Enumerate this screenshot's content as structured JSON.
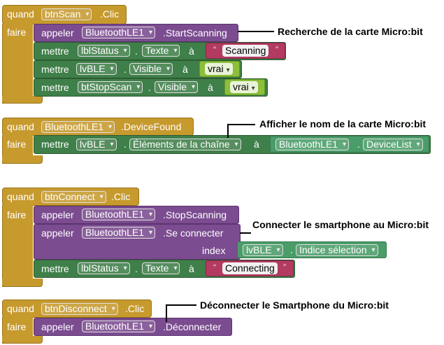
{
  "keywords": {
    "when": "quand",
    "do": "faire",
    "call": "appeler",
    "set": "mettre",
    "to": "à",
    "index": "index",
    "dot": "."
  },
  "events": [
    {
      "component": "btnScan",
      "event": ".Clic",
      "statements": [
        {
          "kind": "call",
          "component": "BluetoothLE1",
          "method": ".StartScanning"
        },
        {
          "kind": "set",
          "component": "lblStatus",
          "property": "Texte",
          "value_type": "text",
          "value": "Scanning"
        },
        {
          "kind": "set",
          "component": "lvBLE",
          "property": "Visible",
          "value_type": "bool",
          "value": "vrai"
        },
        {
          "kind": "set",
          "component": "btStopScan",
          "property": "Visible",
          "value_type": "bool",
          "value": "vrai"
        }
      ]
    },
    {
      "component": "BluetoothLE1",
      "event": ".DeviceFound",
      "statements": [
        {
          "kind": "set",
          "component": "lvBLE",
          "property": "Éléments de la chaîne",
          "value_type": "getter",
          "getter_component": "BluetoothLE1",
          "getter_property": "DeviceList"
        }
      ]
    },
    {
      "component": "btnConnect",
      "event": ".Clic",
      "statements": [
        {
          "kind": "call",
          "component": "BluetoothLE1",
          "method": ".StopScanning"
        },
        {
          "kind": "call",
          "component": "BluetoothLE1",
          "method": ".Se connecter",
          "arg_label": "index",
          "arg_component": "lvBLE",
          "arg_property": "Indice sélection"
        },
        {
          "kind": "set",
          "component": "lblStatus",
          "property": "Texte",
          "value_type": "text",
          "value": "Connecting"
        }
      ]
    },
    {
      "component": "btnDisconnect",
      "event": ".Clic",
      "statements": [
        {
          "kind": "call",
          "component": "BluetoothLE1",
          "method": ".Déconnecter"
        }
      ]
    }
  ],
  "annotations": [
    "Recherche de la carte Micro:bit",
    "Afficher le nom de la carte Micro:bit",
    "Connecter le smartphone au Micro:bit",
    "Déconnecter le Smartphone du Micro:bit"
  ],
  "colors": {
    "event": "#c79a2e",
    "procedure_call": "#7b4c90",
    "setter": "#3f7f49",
    "getter": "#4a9c68",
    "boolean": "#8cbf3a",
    "text": "#b33b62"
  }
}
